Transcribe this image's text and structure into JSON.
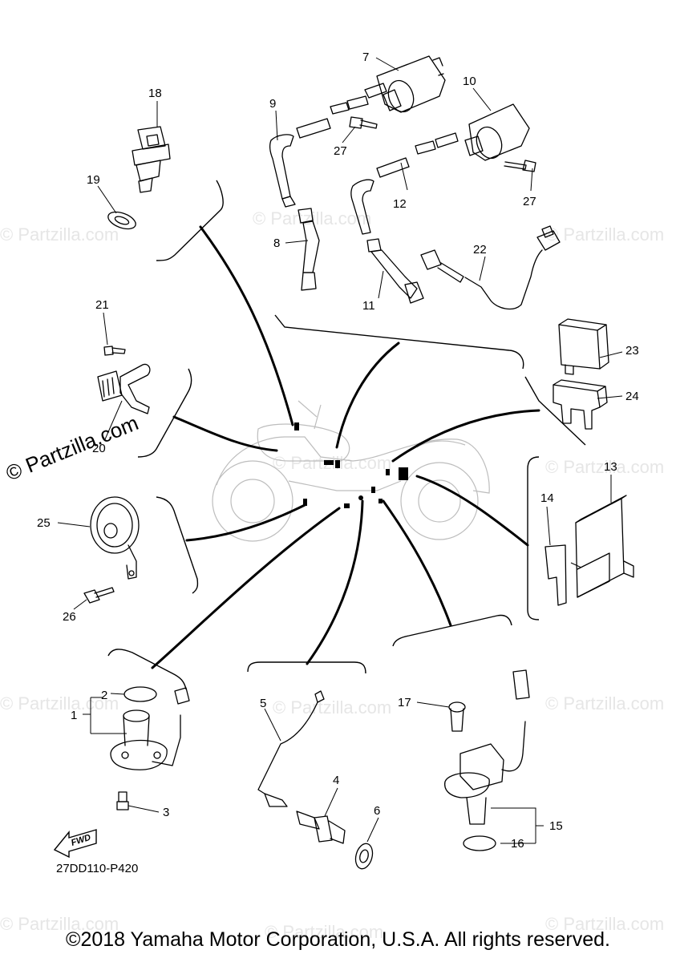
{
  "watermark": "© Partzilla.com",
  "diagram_code": "27DD110-P420",
  "fwd_label": "FWD",
  "copyright": "©2018 Yamaha Motor Corporation, U.S.A. All rights reserved.",
  "callouts": [
    "1",
    "2",
    "3",
    "4",
    "5",
    "6",
    "7",
    "8",
    "9",
    "10",
    "11",
    "12",
    "13",
    "14",
    "15",
    "16",
    "17",
    "18",
    "19",
    "20",
    "21",
    "22",
    "23",
    "24",
    "25",
    "26",
    "27"
  ]
}
